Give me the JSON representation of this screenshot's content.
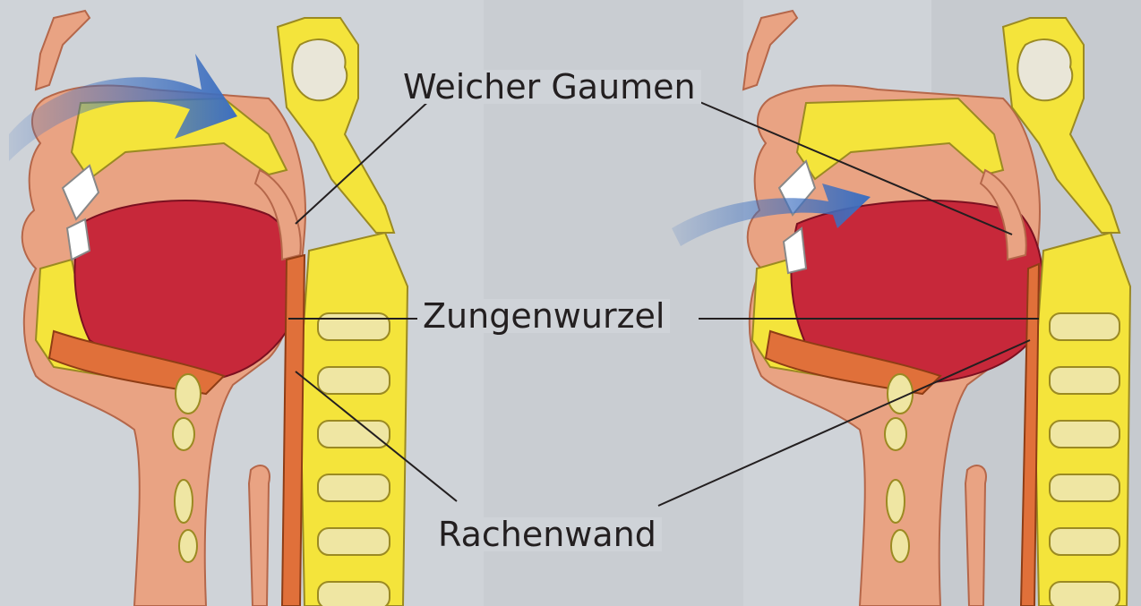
{
  "labels": {
    "soft_palate": "Weicher Gaumen",
    "tongue_root": "Zungenwurzel",
    "pharyngeal_wall": "Rachenwand"
  },
  "colors": {
    "background": "#cfd3d8",
    "skin": "#e9a383",
    "bone": "#f4e43b",
    "tongue": "#c7283a",
    "muscle": "#e0703a",
    "cartilage": "#efe6a3",
    "arrow": "#3d6fc0",
    "line": "#231f20"
  }
}
